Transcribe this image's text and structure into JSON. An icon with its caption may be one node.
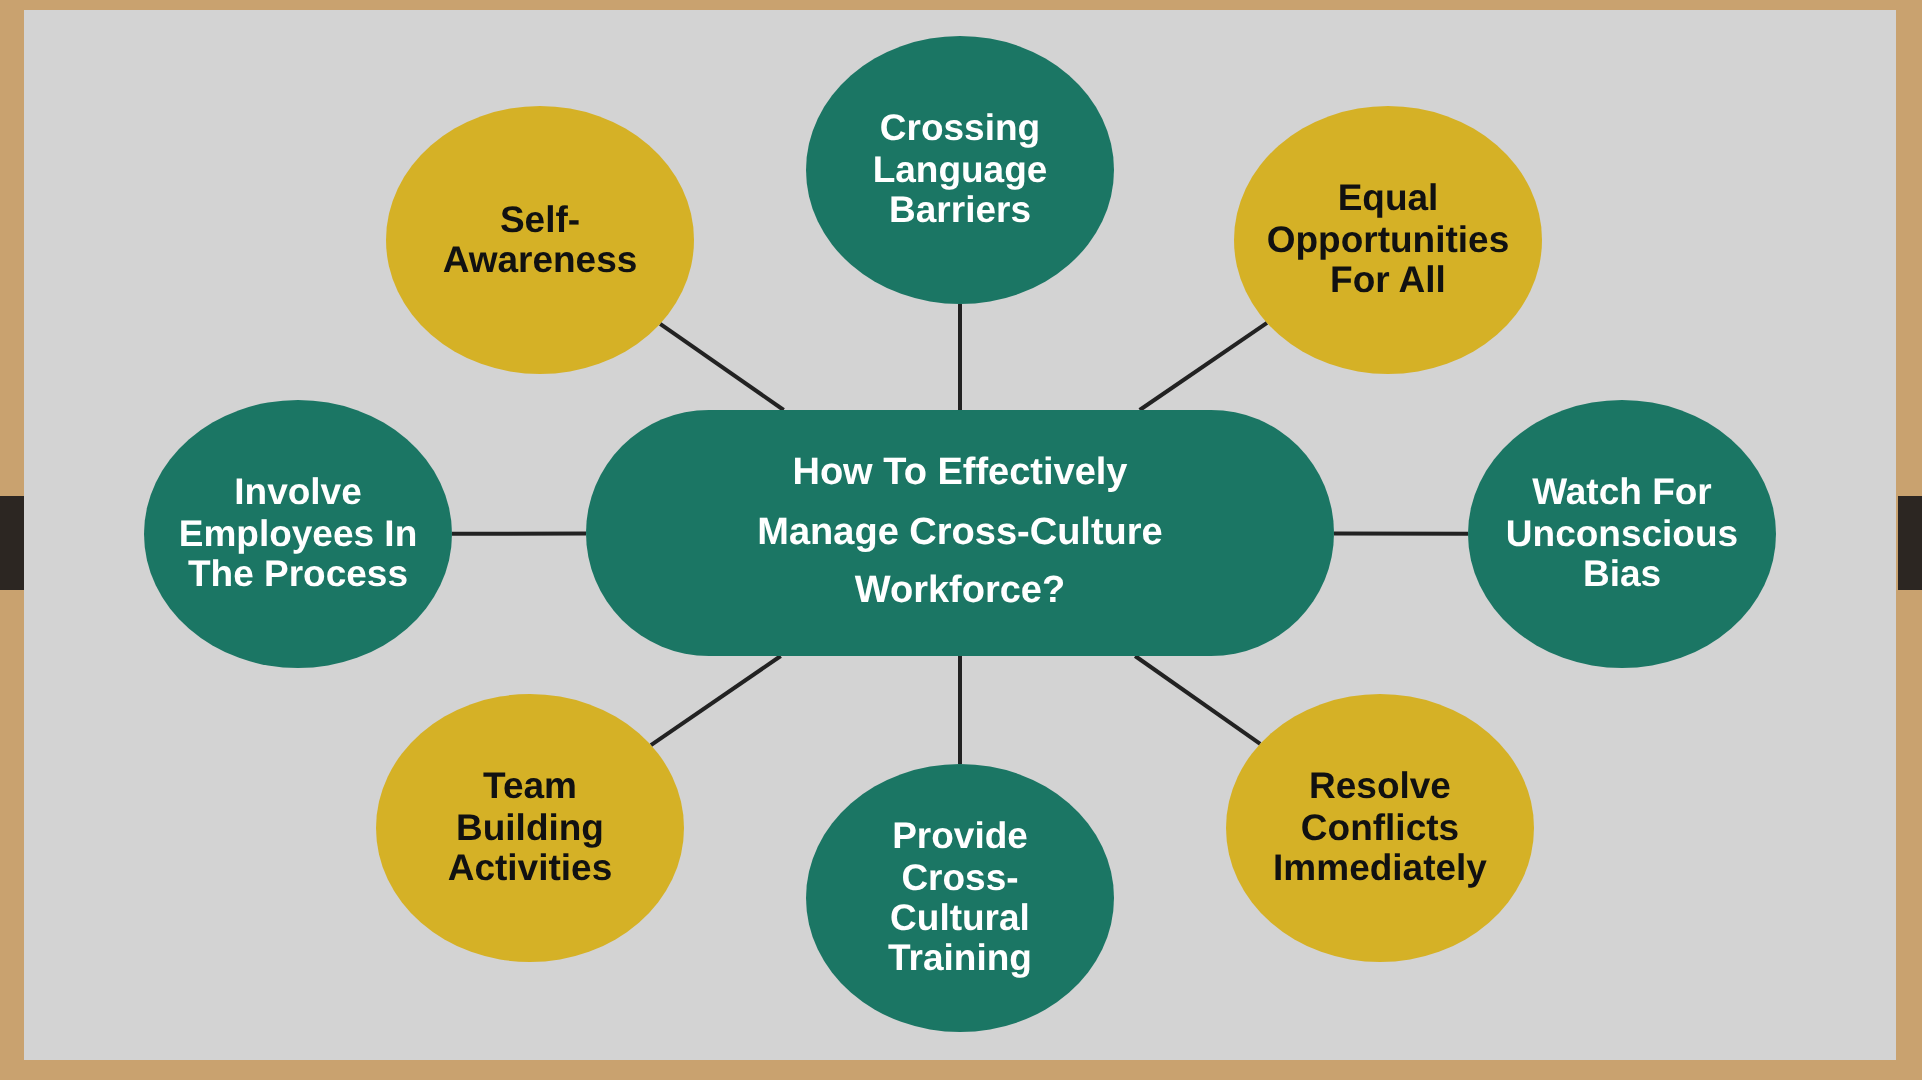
{
  "diagram": {
    "nodes": [
      {
        "text": [
          "How To Effectively Manage Cross-Culture Workforce?"
        ]
      },
      {
        "text": [
          "Self-Awareness"
        ]
      },
      {
        "text": [
          "Crossing Language Barriers"
        ]
      },
      {
        "text": [
          "Equal Opportunities For All"
        ]
      },
      {
        "text": [
          "Involve Employees In The Process"
        ]
      },
      {
        "text": [
          "Watch For Unconscious Bias"
        ]
      },
      {
        "text": [
          "Team Building Activities"
        ]
      },
      {
        "text": [
          "Provide Cross-Cultural Training"
        ]
      },
      {
        "text": [
          "Resolve Conflicts Immediately"
        ]
      }
    ],
    "edges": [
      {
        "from": 0,
        "to": 1,
        "arrow": "none"
      },
      {
        "from": 0,
        "to": 2,
        "arrow": "none"
      },
      {
        "from": 0,
        "to": 3,
        "arrow": "none"
      },
      {
        "from": 0,
        "to": 4,
        "arrow": "none"
      },
      {
        "from": 0,
        "to": 5,
        "arrow": "none"
      },
      {
        "from": 0,
        "to": 6,
        "arrow": "none"
      },
      {
        "from": 0,
        "to": 7,
        "arrow": "none"
      },
      {
        "from": 0,
        "to": 8,
        "arrow": "none"
      }
    ]
  }
}
